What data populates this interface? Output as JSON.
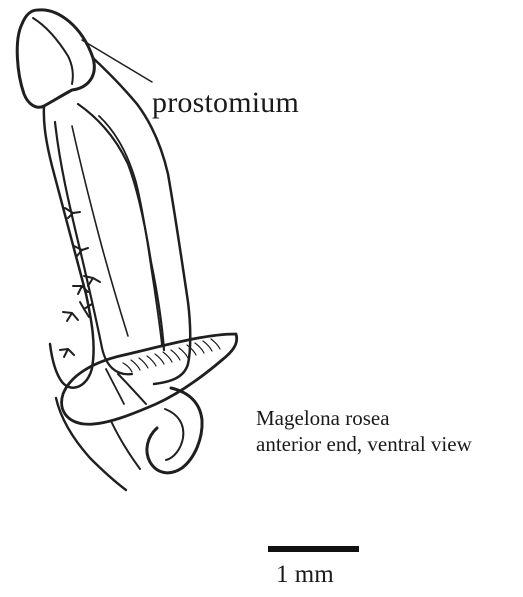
{
  "figure": {
    "labels": {
      "prostomium": "prostomium"
    },
    "caption": {
      "line1": "Magelona rosea",
      "line2": "anterior end, ventral view"
    },
    "scale": {
      "label": "1 mm"
    },
    "colors": {
      "ink": "#1a1a1a",
      "background": "#ffffff"
    }
  }
}
